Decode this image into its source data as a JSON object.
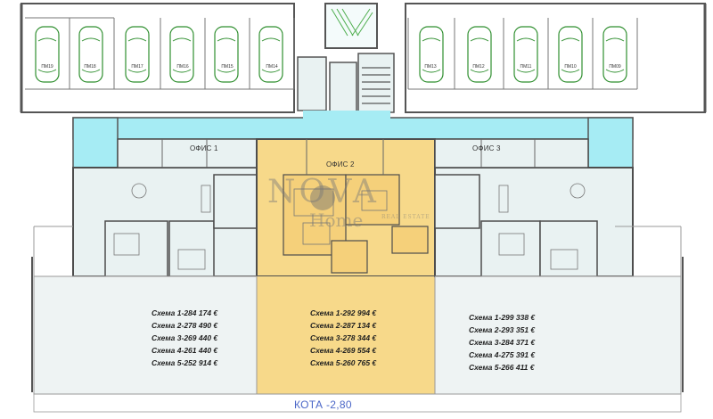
{
  "offices": [
    "ОФИС 1",
    "ОФИС 2",
    "ОФИС 3"
  ],
  "parking_left": [
    "ПМ19",
    "ПМ18",
    "ПМ17",
    "ПМ16",
    "ПМ15",
    "ПМ14"
  ],
  "parking_right": [
    "ПМ13",
    "ПМ12",
    "ПМ11",
    "ПМ10",
    "ПМ09"
  ],
  "prices": {
    "left": [
      "Схема 1-284 174 €",
      "Схема 2-278 490 €",
      "Схема 3-269 440 €",
      "Схема 4-261 440 €",
      "Схема 5-252 914 €"
    ],
    "center": [
      "Схема 1-292 994 €",
      "Схема 2-287 134 €",
      "Схема 3-278 344 €",
      "Схема 4-269 554 €",
      "Схема 5-260 765 €"
    ],
    "right": [
      "Схема 1-299 338 €",
      "Схема 2-293 351 €",
      "Схема 3-284 371 €",
      "Схема 4-275 391 €",
      "Схема 5-266 411 €"
    ]
  },
  "elevation": "КОТА -2,80",
  "watermark": {
    "brand": "NOVA",
    "sub": "Home",
    "tag": "REAL ESTATE"
  },
  "colors": {
    "corridor": "#a6ecf4",
    "highlight": "#f7d98a",
    "room": "#e9f2f2",
    "wall": "#4d4d4d",
    "parking": "#2f8f2f",
    "kota": "#4a66c7"
  }
}
